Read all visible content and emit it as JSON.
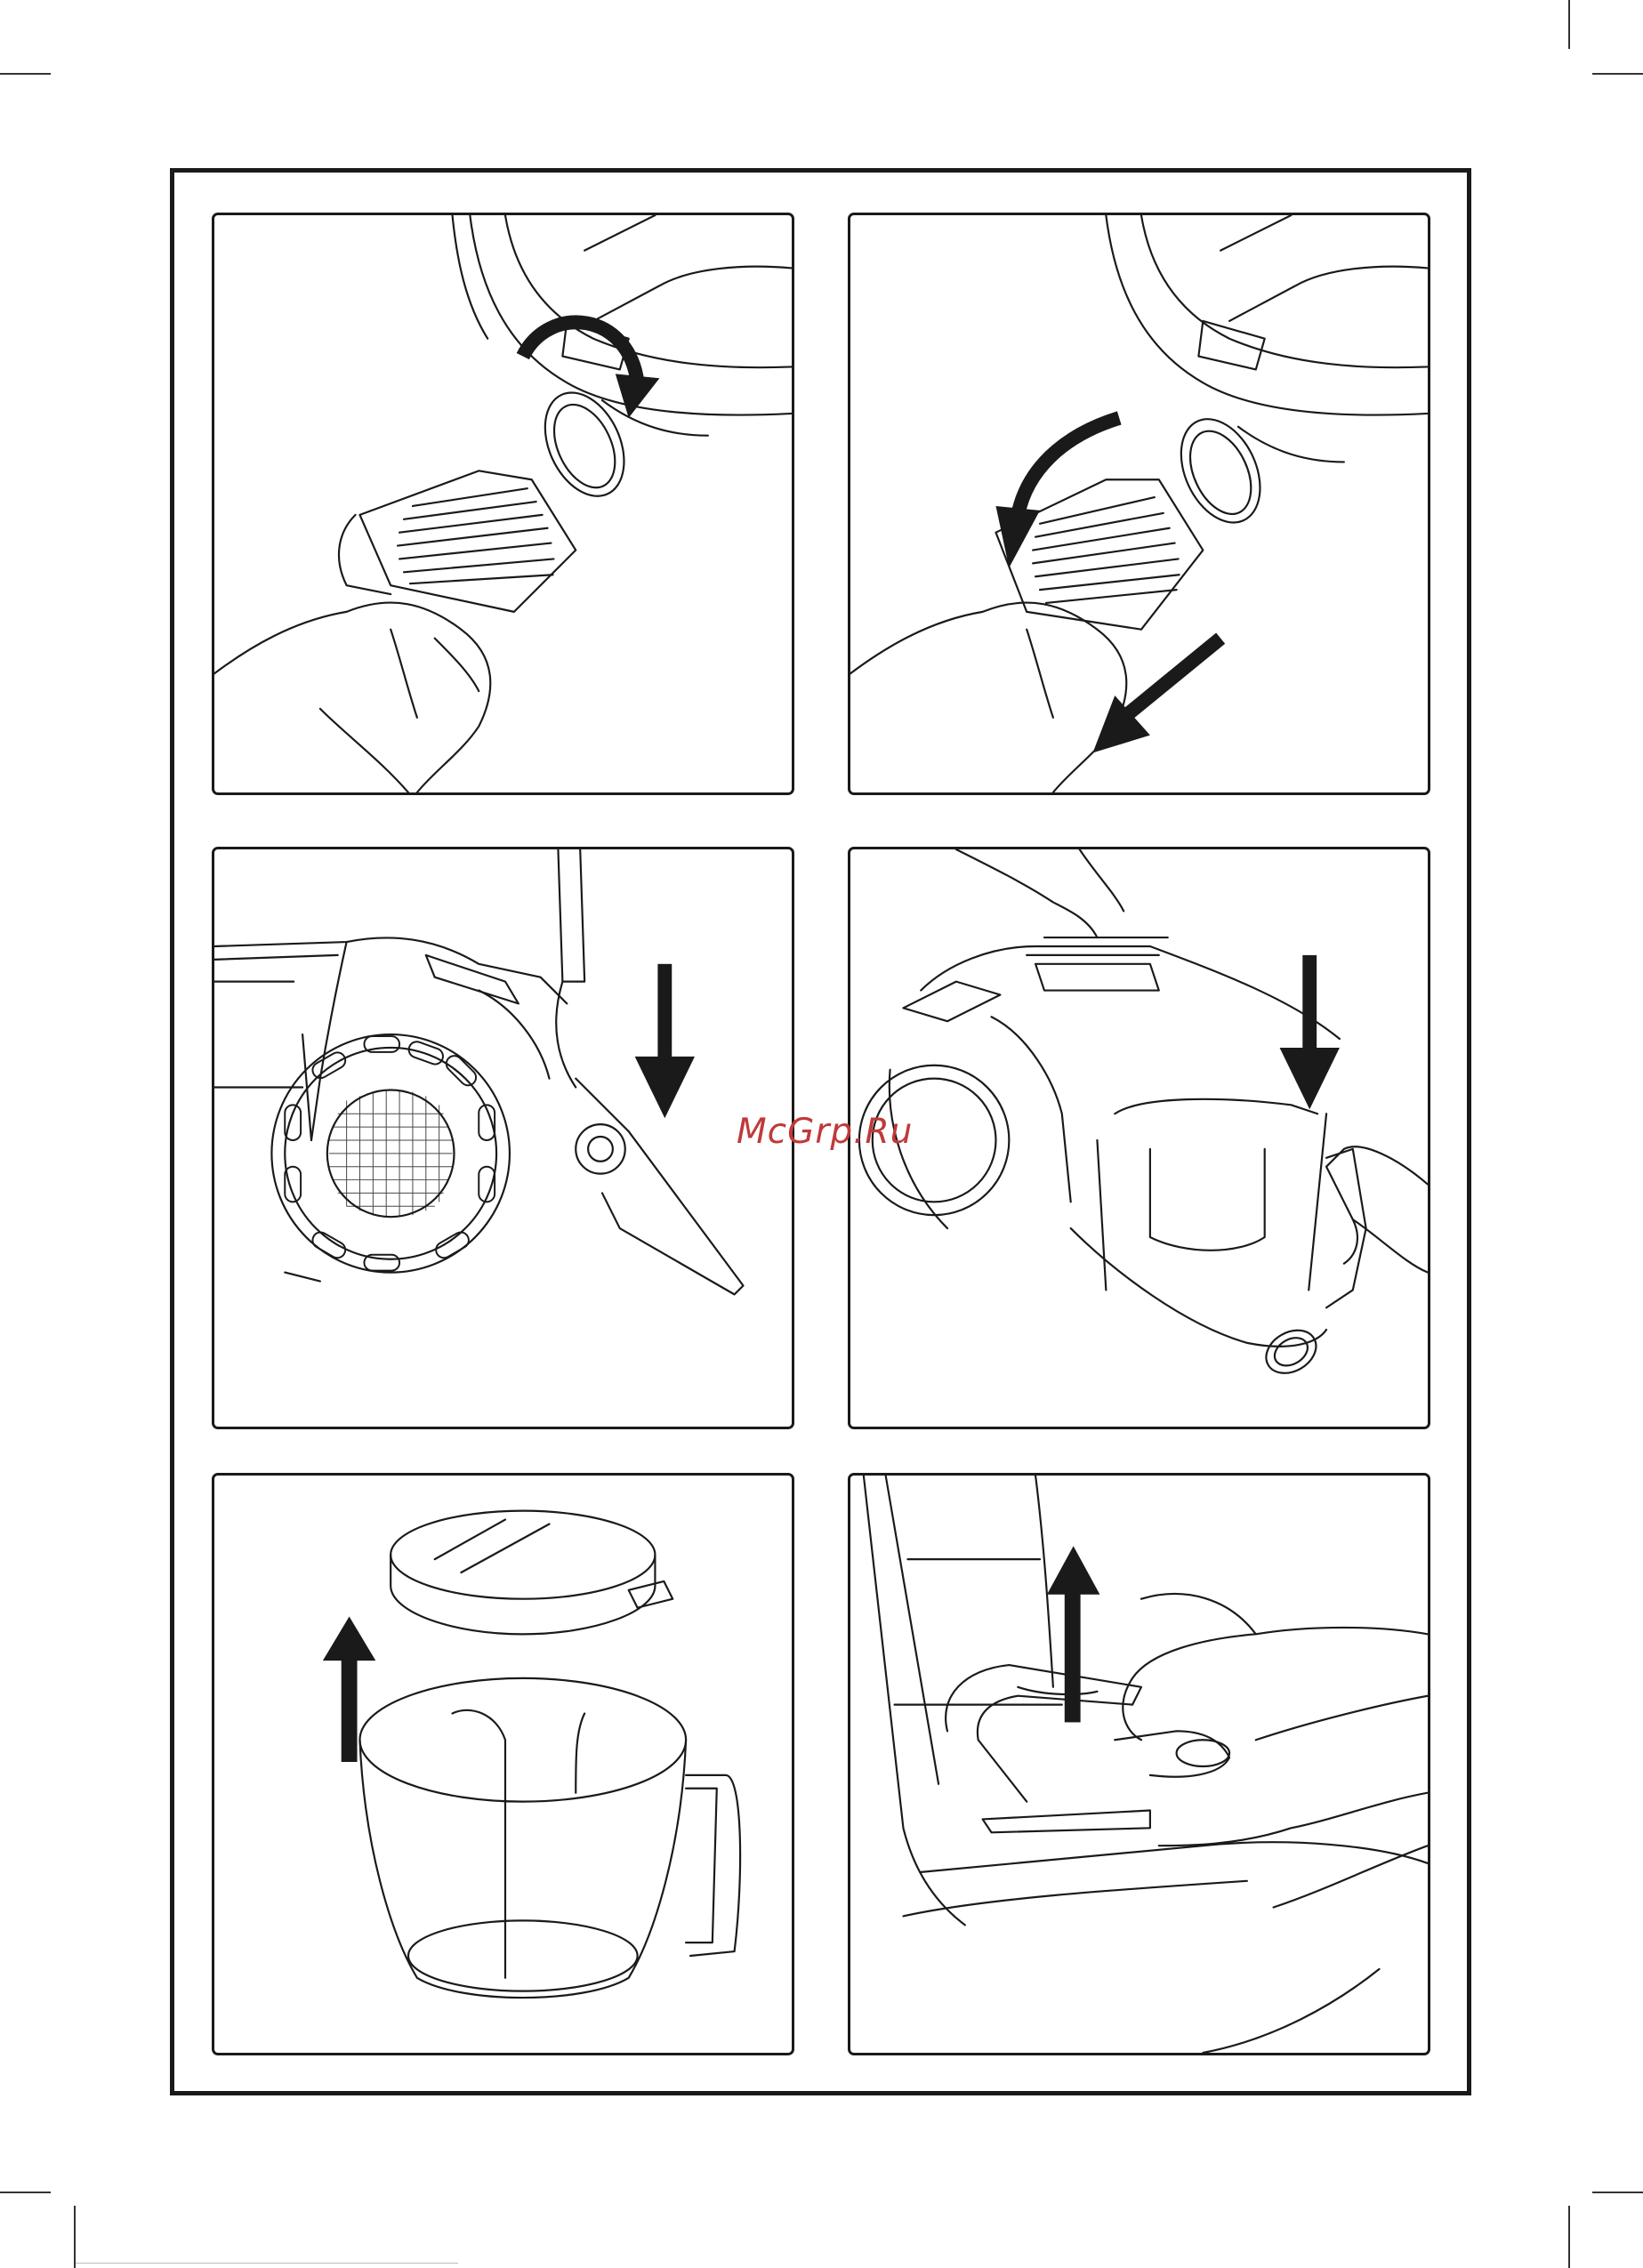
{
  "watermark": {
    "text": "McGrp.Ru"
  },
  "panels": [
    {
      "id": "step-1",
      "content": "hose-rotate-clockwise-icon"
    },
    {
      "id": "step-2",
      "content": "hose-rotate-counterclockwise-pull-icon"
    },
    {
      "id": "step-3",
      "content": "vacuum-tube-park-down-icon"
    },
    {
      "id": "step-4",
      "content": "release-dust-container-icon"
    },
    {
      "id": "step-5",
      "content": "lift-lid-from-container-icon"
    },
    {
      "id": "step-6",
      "content": "remove-filter-up-icon"
    }
  ],
  "colors": {
    "line": "#1a1a1a",
    "watermark": "#c0393b"
  }
}
